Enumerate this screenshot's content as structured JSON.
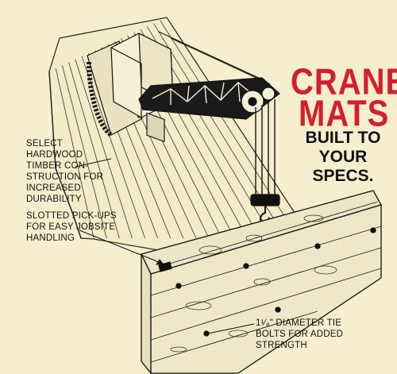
{
  "headline": {
    "line1": "CRANE",
    "line2": "MATS",
    "color": "#d3202a"
  },
  "subhead": {
    "line1": "BUILT TO",
    "line2": "YOUR",
    "line3": "SPECS."
  },
  "callouts": {
    "timber": [
      "SELECT",
      "HARDWOOD",
      "TIMBER CON-",
      "STRUCTION FOR",
      "INCREASED",
      "DURABILITY"
    ],
    "pickups": [
      "SLOTTED PICK-UPS",
      "FOR EASY JOBSITE",
      "HANDLING"
    ],
    "bolts": [
      "1¹⁄₈\" DIAMETER TIE",
      "BOLTS FOR ADDED",
      "STRENGTH"
    ]
  },
  "colors": {
    "paper": "#f6efcf",
    "ink": "#111111",
    "accent": "#d3202a"
  }
}
